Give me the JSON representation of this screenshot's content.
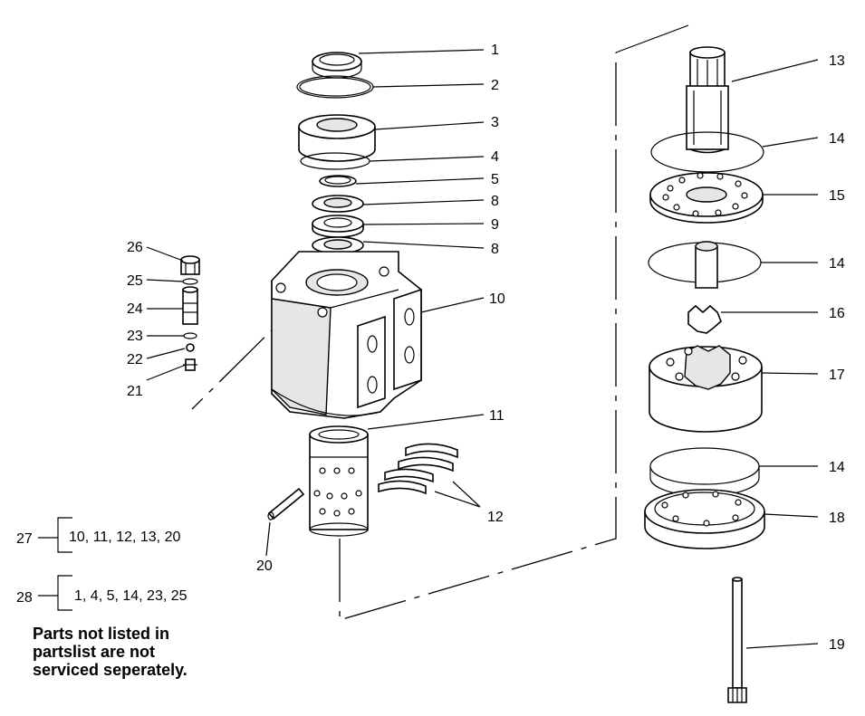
{
  "callouts": {
    "c1": "1",
    "c2": "2",
    "c3": "3",
    "c4": "4",
    "c5": "5",
    "c8a": "8",
    "c9": "9",
    "c8b": "8",
    "c10": "10",
    "c11": "11",
    "c12": "12",
    "c13": "13",
    "c14a": "14",
    "c15": "15",
    "c14b": "14",
    "c16": "16",
    "c17": "17",
    "c14c": "14",
    "c18": "18",
    "c19": "19",
    "c20": "20",
    "c21": "21",
    "c22": "22",
    "c23": "23",
    "c24": "24",
    "c25": "25",
    "c26": "26"
  },
  "kits": [
    {
      "number": "27",
      "parts": "10, 11, 12, 13, 20"
    },
    {
      "number": "28",
      "parts": "1, 4, 5, 14, 23, 25"
    }
  ],
  "note": {
    "line1": "Parts not listed in",
    "line2": "partslist are not",
    "line3": "serviced seperately."
  }
}
